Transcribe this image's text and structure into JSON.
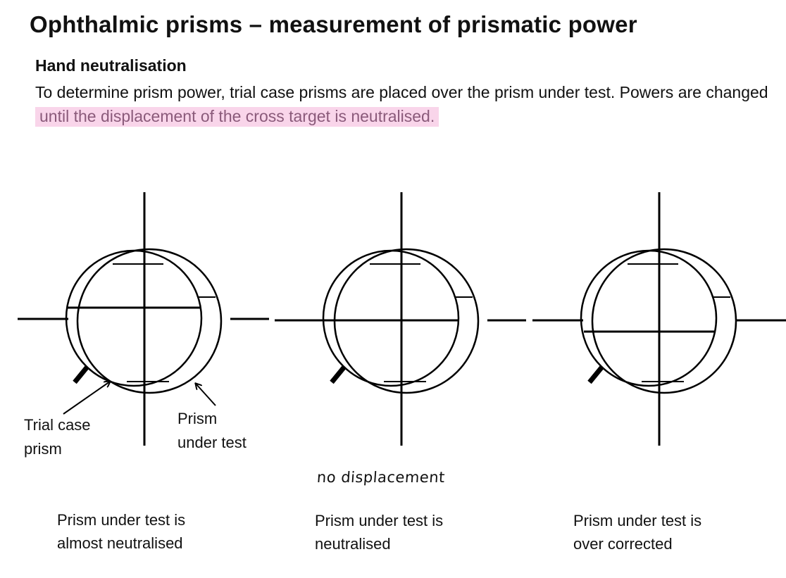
{
  "header": {
    "title": "Ophthalmic prisms – measurement of prismatic power",
    "subtitle": "Hand neutralisation",
    "paragraph_start": "To determine prism power, trial case prisms are placed over the prism under test. Powers are changed ",
    "paragraph_highlight": "until the displacement of the cross target is neutralised."
  },
  "labels": {
    "trial_case_prism": [
      "Trial case",
      "prism"
    ],
    "prism_under_test": [
      "Prism",
      "under test"
    ],
    "handwritten_note": "no displacement"
  },
  "captions": [
    [
      "Prism under test is",
      "almost neutralised"
    ],
    [
      "Prism under test is",
      "neutralised"
    ],
    [
      "Prism under test is",
      "over corrected"
    ]
  ],
  "colors": {
    "highlight_bg": "#f9d5ea",
    "highlight_text": "#8a5a7a",
    "ink": "#000000"
  }
}
